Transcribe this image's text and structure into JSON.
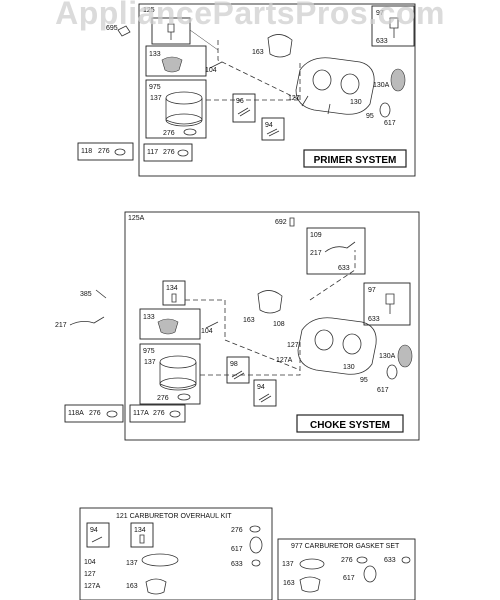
{
  "watermark": "AppliancePartsPros.com",
  "primer_section": {
    "group_label": "125",
    "title": "PRIMER SYSTEM",
    "labels": {
      "p695": "695",
      "p97": "97",
      "p633": "633",
      "p163": "163",
      "p133": "133",
      "p104": "104",
      "p975": "975",
      "p137": "137",
      "p276": "276",
      "p130a": "130A",
      "p127": "127",
      "p96": "96",
      "p130": "130",
      "p95": "95",
      "p617": "617",
      "p94": "94",
      "p118": "118",
      "p118_276": "276",
      "p117": "117",
      "p117_276": "276"
    }
  },
  "choke_section": {
    "group_label": "125A",
    "title": "CHOKE SYSTEM",
    "labels": {
      "p692": "692",
      "p109": "109",
      "p217": "217",
      "p633": "633",
      "p134": "134",
      "p97": "97",
      "p385": "385",
      "p217b": "217",
      "p163": "163",
      "p108": "108",
      "p633b": "633",
      "p133": "133",
      "p104": "104",
      "p127": "127",
      "p975": "975",
      "p137": "137",
      "p127a": "127A",
      "p130a": "130A",
      "p98": "98",
      "p130": "130",
      "p95": "95",
      "p94": "94",
      "p617": "617",
      "p276": "276",
      "p118a": "118A",
      "p118a_276": "276",
      "p117a": "117A",
      "p117a_276": "276"
    }
  },
  "overhaul_kit": {
    "title": "121 CARBURETOR OVERHAUL KIT",
    "labels": {
      "p94": "94",
      "p134": "134",
      "p276": "276",
      "p104": "104",
      "p137": "137",
      "p617": "617",
      "p127": "127",
      "p633": "633",
      "p127a": "127A",
      "p163": "163"
    }
  },
  "gasket_set": {
    "title": "977 CARBURETOR GASKET SET",
    "labels": {
      "p137": "137",
      "p276": "276",
      "p633": "633",
      "p617": "617",
      "p163": "163"
    }
  }
}
